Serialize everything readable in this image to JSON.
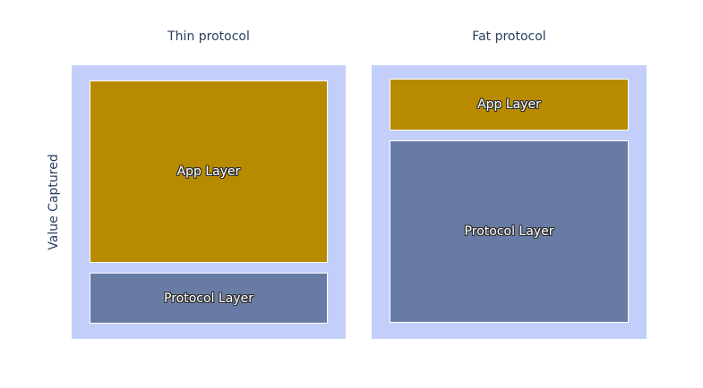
{
  "y_axis_label": "Value Captured",
  "panels": [
    {
      "title": "Thin protocol",
      "blocks": {
        "app_label": "App Layer",
        "protocol_label": "Protocol Layer"
      }
    },
    {
      "title": "Fat protocol",
      "blocks": {
        "app_label": "App Layer",
        "protocol_label": "Protocol Layer"
      }
    }
  ],
  "colors": {
    "panel_background": "#c3cffa",
    "app_layer": "#b88a00",
    "protocol_layer": "#687ba5",
    "title_text": "#2a3f5f"
  }
}
